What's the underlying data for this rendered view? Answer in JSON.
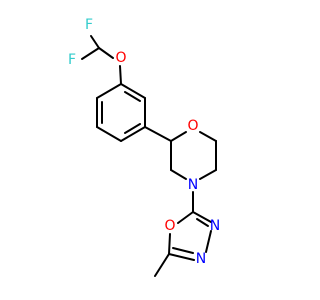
{
  "molecule": {
    "atoms": [
      {
        "id": "F1",
        "label": "F",
        "color": "#33cccc"
      },
      {
        "id": "F2",
        "label": "F",
        "color": "#33cccc"
      },
      {
        "id": "O_ether",
        "label": "O",
        "color": "#ff0000"
      },
      {
        "id": "O_morpholine",
        "label": "O",
        "color": "#ff0000"
      },
      {
        "id": "N_morpholine",
        "label": "N",
        "color": "#0000ff"
      },
      {
        "id": "O_oxadiazole",
        "label": "O",
        "color": "#ff0000"
      },
      {
        "id": "N_oxadiazole_a",
        "label": "N",
        "color": "#0000ff"
      },
      {
        "id": "N_oxadiazole_b",
        "label": "N",
        "color": "#0000ff"
      }
    ]
  }
}
